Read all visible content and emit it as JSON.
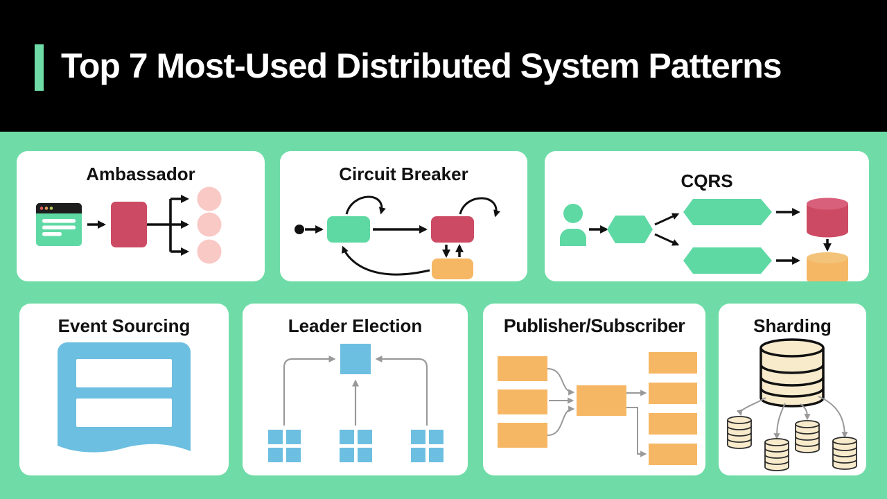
{
  "header": {
    "title": "Top 7 Most-Used Distributed System Patterns"
  },
  "colors": {
    "background": "#6FDCA8",
    "header_bg": "#000000",
    "accent": "#6FDCA8",
    "card_bg": "#FFFFFF",
    "title_color": "#FFFFFF",
    "text_color": "#111111",
    "green": "#5FD9A4",
    "red": "#CC4A63",
    "red_light": "#D9607B",
    "orange": "#F6B764",
    "orange_light": "#F2C379",
    "pink": "#F9C9C6",
    "blue": "#6CBFE0",
    "cream": "#F8EBCC",
    "arrow_black": "#111111",
    "arrow_gray": "#999999"
  },
  "cards": [
    {
      "id": "ambassador",
      "title": "Ambassador"
    },
    {
      "id": "circuit-breaker",
      "title": "Circuit Breaker"
    },
    {
      "id": "cqrs",
      "title": "CQRS"
    },
    {
      "id": "event-sourcing",
      "title": "Event Sourcing"
    },
    {
      "id": "leader-election",
      "title": "Leader Election"
    },
    {
      "id": "publisher-subscriber",
      "title": "Publisher/Subscriber"
    },
    {
      "id": "sharding",
      "title": "Sharding"
    }
  ]
}
